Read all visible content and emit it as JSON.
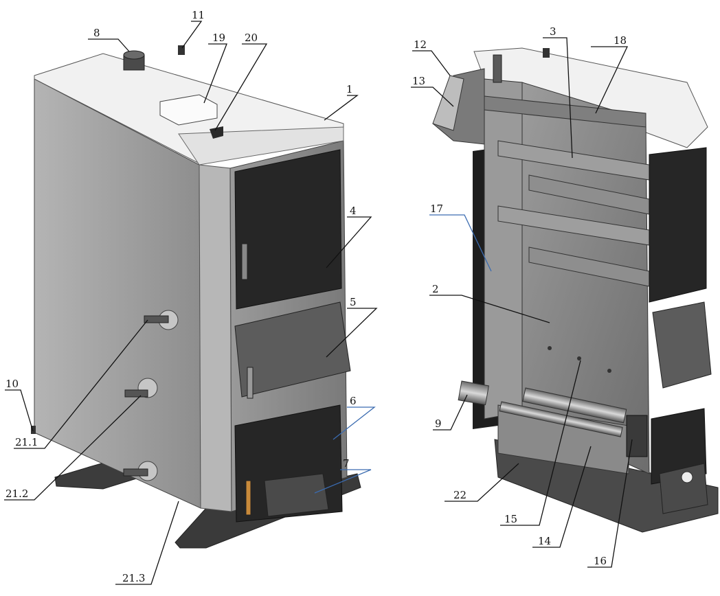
{
  "labels": {
    "l1": "1",
    "l2": "2",
    "l3": "3",
    "l4": "4",
    "l5": "5",
    "l6": "6",
    "l7": "7",
    "l8": "8",
    "l9": "9",
    "l10": "10",
    "l11": "11",
    "l12": "12",
    "l13": "13",
    "l14": "14",
    "l15": "15",
    "l16": "16",
    "l17": "17",
    "l18": "18",
    "l19": "19",
    "l20": "20",
    "l21_1": "21.1",
    "l21_2": "21.2",
    "l21_3": "21.3",
    "l22": "22"
  },
  "colors": {
    "leader": "#111111",
    "leader_blue": "#3a6bb0",
    "body_light": "#a9a9a9",
    "body_dark": "#7e7e7e",
    "top": "#f2f2f2",
    "door": "#262626",
    "interior": "#8c8c8c"
  }
}
